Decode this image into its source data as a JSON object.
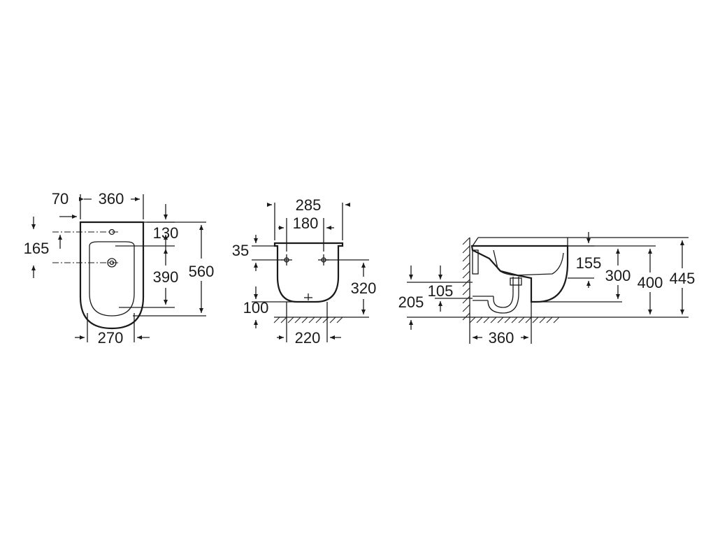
{
  "top_view": {
    "d_70": "70",
    "d_360": "360",
    "d_165": "165",
    "d_130": "130",
    "d_390": "390",
    "d_560": "560",
    "d_270": "270"
  },
  "front_view": {
    "d_285": "285",
    "d_180": "180",
    "d_35": "35",
    "d_320": "320",
    "d_100": "100",
    "d_220": "220"
  },
  "side_view": {
    "d_155": "155",
    "d_300": "300",
    "d_400": "400",
    "d_445": "445",
    "d_205": "205",
    "d_105": "105",
    "d_360": "360"
  }
}
